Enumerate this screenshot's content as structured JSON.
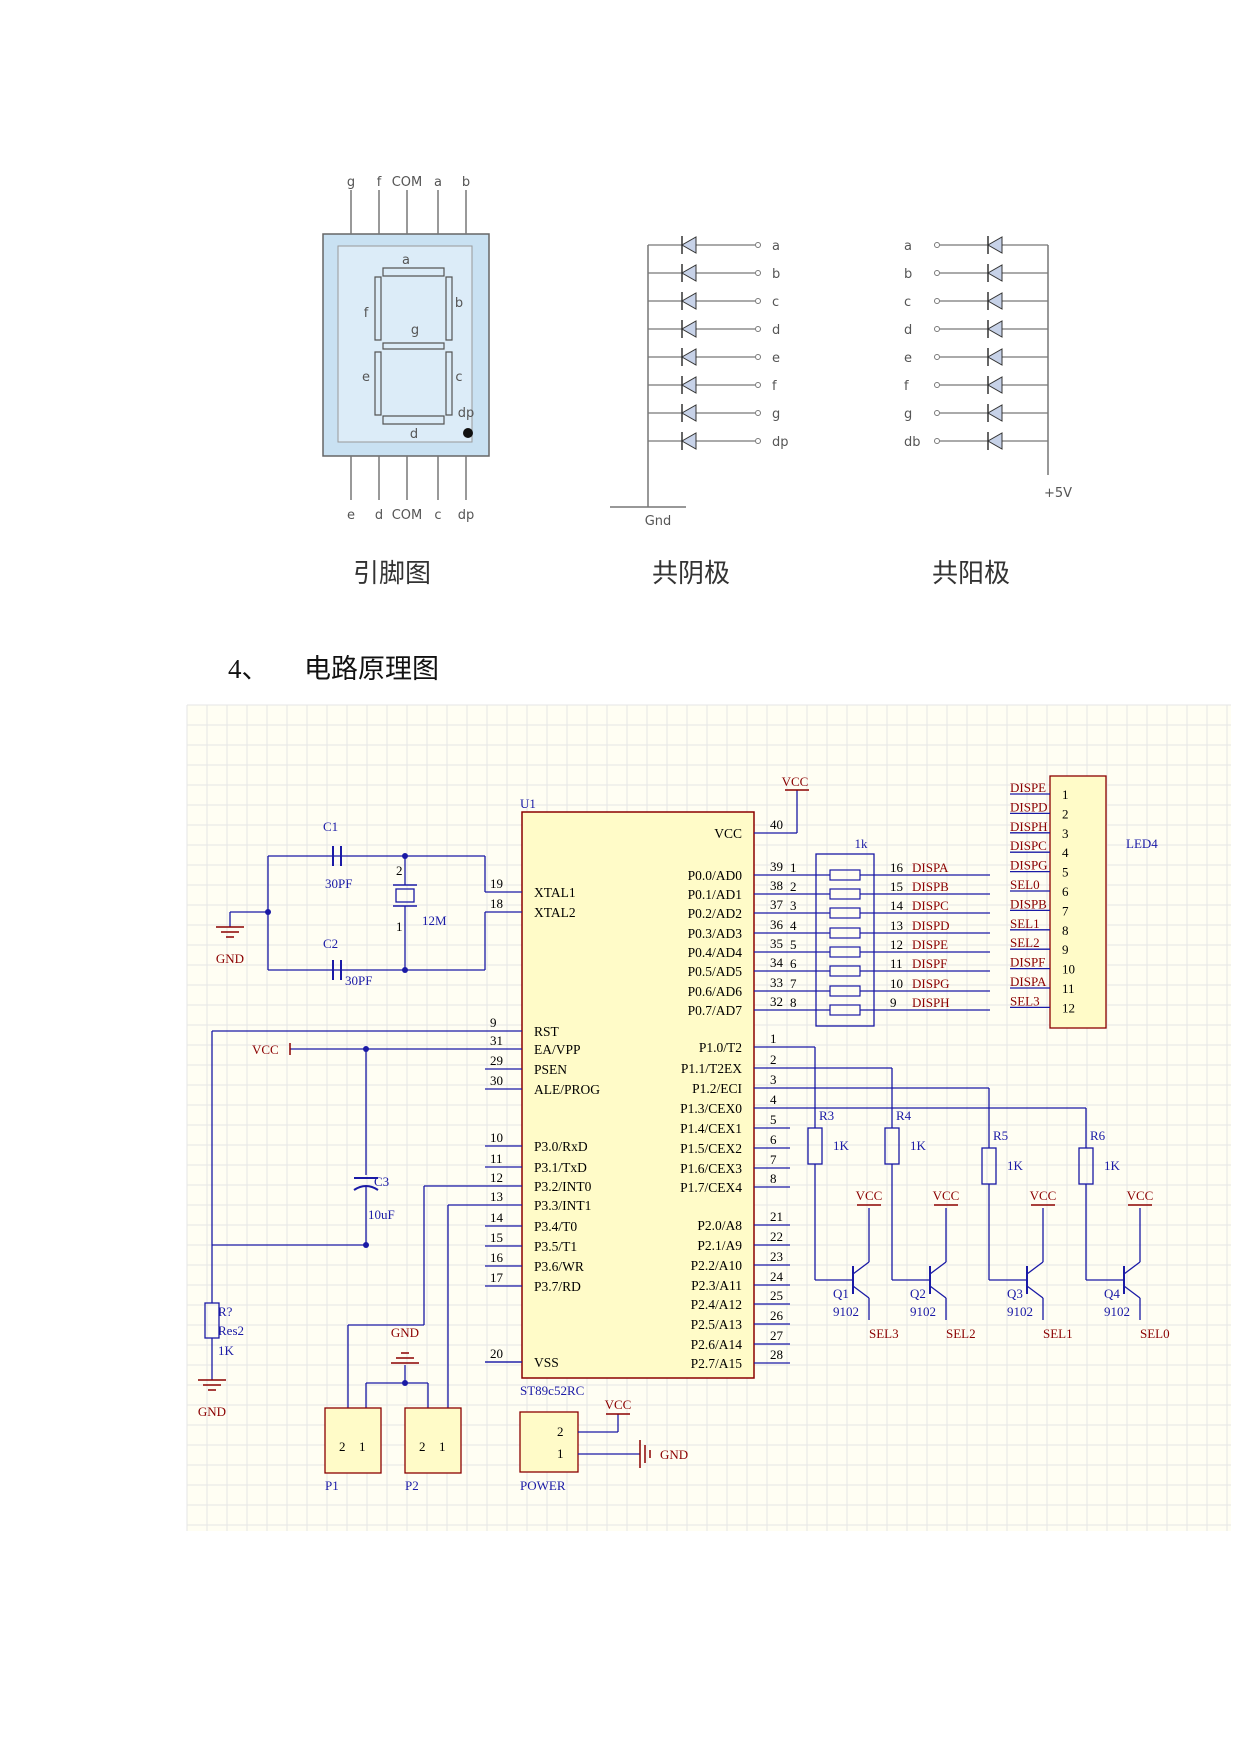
{
  "captions": [
    "引脚图",
    "共阴极",
    "共阳极"
  ],
  "section_heading": {
    "number": "4、",
    "text": "电路原理图"
  },
  "pinout": {
    "top_pins": [
      "g",
      "f",
      "COM",
      "a",
      "b"
    ],
    "bottom_pins": [
      "e",
      "d",
      "COM",
      "c",
      "dp"
    ],
    "segments": [
      "a",
      "b",
      "c",
      "d",
      "e",
      "f",
      "g",
      "dp"
    ]
  },
  "common_cathode": {
    "pins": [
      "a",
      "b",
      "c",
      "d",
      "e",
      "f",
      "g",
      "dp"
    ],
    "ground": "Gnd"
  },
  "common_anode": {
    "pins": [
      "a",
      "b",
      "c",
      "d",
      "e",
      "f",
      "g",
      "db"
    ],
    "supply": "+5V"
  },
  "schematic": {
    "mcu": {
      "ref": "U1",
      "part": "ST89c52RC",
      "left_pins": [
        {
          "num": "19",
          "name": "XTAL1"
        },
        {
          "num": "18",
          "name": "XTAL2"
        },
        {
          "num": "9",
          "name": "RST"
        },
        {
          "num": "31",
          "name": "EA/VPP"
        },
        {
          "num": "29",
          "name": "PSEN"
        },
        {
          "num": "30",
          "name": "ALE/PROG"
        },
        {
          "num": "10",
          "name": "P3.0/RxD"
        },
        {
          "num": "11",
          "name": "P3.1/TxD"
        },
        {
          "num": "12",
          "name": "P3.2/INT0"
        },
        {
          "num": "13",
          "name": "P3.3/INT1"
        },
        {
          "num": "14",
          "name": "P3.4/T0"
        },
        {
          "num": "15",
          "name": "P3.5/T1"
        },
        {
          "num": "16",
          "name": "P3.6/WR"
        },
        {
          "num": "17",
          "name": "P3.7/RD"
        },
        {
          "num": "20",
          "name": "VSS"
        }
      ],
      "right_pins": [
        {
          "num": "40",
          "name": "VCC"
        },
        {
          "num": "39",
          "name": "P0.0/AD0"
        },
        {
          "num": "38",
          "name": "P0.1/AD1"
        },
        {
          "num": "37",
          "name": "P0.2/AD2"
        },
        {
          "num": "36",
          "name": "P0.3/AD3"
        },
        {
          "num": "35",
          "name": "P0.4/AD4"
        },
        {
          "num": "34",
          "name": "P0.5/AD5"
        },
        {
          "num": "33",
          "name": "P0.6/AD6"
        },
        {
          "num": "32",
          "name": "P0.7/AD7"
        },
        {
          "num": "1",
          "name": "P1.0/T2"
        },
        {
          "num": "2",
          "name": "P1.1/T2EX"
        },
        {
          "num": "3",
          "name": "P1.2/ECI"
        },
        {
          "num": "4",
          "name": "P1.3/CEX0"
        },
        {
          "num": "5",
          "name": "P1.4/CEX1"
        },
        {
          "num": "6",
          "name": "P1.5/CEX2"
        },
        {
          "num": "7",
          "name": "P1.6/CEX3"
        },
        {
          "num": "8",
          "name": "P1.7/CEX4"
        },
        {
          "num": "21",
          "name": "P2.0/A8"
        },
        {
          "num": "22",
          "name": "P2.1/A9"
        },
        {
          "num": "23",
          "name": "P2.2/A10"
        },
        {
          "num": "24",
          "name": "P2.3/A11"
        },
        {
          "num": "25",
          "name": "P2.4/A12"
        },
        {
          "num": "26",
          "name": "P2.5/A13"
        },
        {
          "num": "27",
          "name": "P2.6/A14"
        },
        {
          "num": "28",
          "name": "P2.7/A15"
        }
      ]
    },
    "crystal": {
      "C1": "C1",
      "C1v": "30PF",
      "C2": "C2",
      "C2v": "30PF",
      "Y": "12M",
      "p2": "2",
      "p1": "1"
    },
    "gnd": "GND",
    "vcc": "VCC",
    "c3": {
      "ref": "C3",
      "value": "10uF"
    },
    "rreset": {
      "ref": "R?",
      "part": "Res2",
      "value": "1K"
    },
    "rpack": {
      "value": "1k",
      "left_nums": [
        "1",
        "2",
        "3",
        "4",
        "5",
        "6",
        "7",
        "8"
      ],
      "right_nums": [
        "16",
        "15",
        "14",
        "13",
        "12",
        "11",
        "10",
        "9"
      ],
      "nets": [
        "DISPA",
        "DISPB",
        "DISPC",
        "DISPD",
        "DISPE",
        "DISPF",
        "DISPG",
        "DISPH"
      ]
    },
    "led": {
      "ref": "LED4",
      "pins": [
        "1",
        "2",
        "3",
        "4",
        "5",
        "6",
        "7",
        "8",
        "9",
        "10",
        "11",
        "12"
      ],
      "nets": [
        "DISPE",
        "DISPD",
        "DISPH",
        "DISPC",
        "DISPG",
        "SEL0",
        "DISPB",
        "SEL1",
        "SEL2",
        "DISPF",
        "DISPA",
        "SEL3"
      ]
    },
    "transistors": [
      {
        "r": "R3",
        "rv": "1K",
        "q": "Q1",
        "part": "9102",
        "sel": "SEL3"
      },
      {
        "r": "R4",
        "rv": "1K",
        "q": "Q2",
        "part": "9102",
        "sel": "SEL2"
      },
      {
        "r": "R5",
        "rv": "1K",
        "q": "Q3",
        "part": "9102",
        "sel": "SEL1"
      },
      {
        "r": "R6",
        "rv": "1K",
        "q": "Q4",
        "part": "9102",
        "sel": "SEL0"
      }
    ],
    "headers": [
      {
        "ref": "P1",
        "pins": [
          "2",
          "1"
        ]
      },
      {
        "ref": "P2",
        "pins": [
          "2",
          "1"
        ]
      }
    ],
    "power": {
      "ref": "POWER",
      "pins": [
        "2",
        "1"
      ],
      "gnd": "GND",
      "vcc": "VCC"
    },
    "colors": {
      "wire": "#1a1aa6",
      "body_fill": "#fffbc8",
      "body_stroke": "#8b0000",
      "text": "#000000",
      "net": "#8b0000",
      "grid": "#e6e6e6",
      "bg": "#fffef3"
    }
  }
}
